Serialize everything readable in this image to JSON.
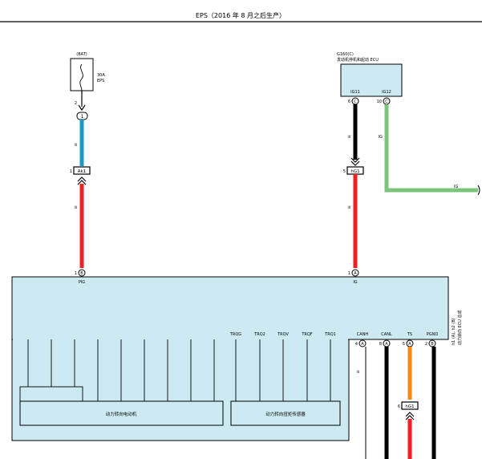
{
  "header": {
    "title": "EPS（2016 年 8 月之后生产）"
  },
  "fuse": {
    "source": "(BAT)",
    "rating": "30A",
    "name": "EPS",
    "pin": "2",
    "connector": "1"
  },
  "ecu_box": {
    "code": "G160(C)",
    "name": "发动机停机和起动 ECU",
    "pins": [
      {
        "label": "IG11",
        "num": "6",
        "conn": "C"
      },
      {
        "label": "IG12",
        "num": "10",
        "conn": "C"
      }
    ],
    "wire_label": "IG",
    "right_wire_label": "IG"
  },
  "junctions": [
    {
      "num": "1",
      "label": "Ak1"
    },
    {
      "num": "5",
      "label": "hG1"
    },
    {
      "num": "6",
      "label": "hG1"
    }
  ],
  "wire_codes": {
    "w1": "III",
    "w2": "III",
    "w3": "III",
    "w4": "III",
    "w5": "III"
  },
  "main_ecu": {
    "pins_top": [
      {
        "label": "PIG",
        "num": "1",
        "conn": "B"
      },
      {
        "label": "IG",
        "num": "1",
        "conn": "A"
      }
    ],
    "torque_signals": [
      "TRQG",
      "TRQ2",
      "TRQV",
      "TRQF",
      "TRQ1"
    ],
    "bus_pins": [
      {
        "label": "CANH",
        "num": "4",
        "conn": "A"
      },
      {
        "label": "CANL",
        "num": "8",
        "conn": "A"
      },
      {
        "label": "TS",
        "num": "5",
        "conn": "A"
      },
      {
        "label": "PGND",
        "num": "2",
        "conn": "B"
      }
    ],
    "side_label_1": "h1 (A), h2 (B)",
    "side_label_2": "动力转向 ECU 总成",
    "motor_label": "动力转向电动机",
    "sensor_label": "动力转向扭矩传感器"
  },
  "colors": {
    "blue_wire": "#1a9bc7",
    "red_wire": "#ee2222",
    "green_wire": "#7cc47c",
    "orange_wire": "#f5891d",
    "black_wire": "#000000",
    "ecu_fill": "#cdeaf2"
  }
}
